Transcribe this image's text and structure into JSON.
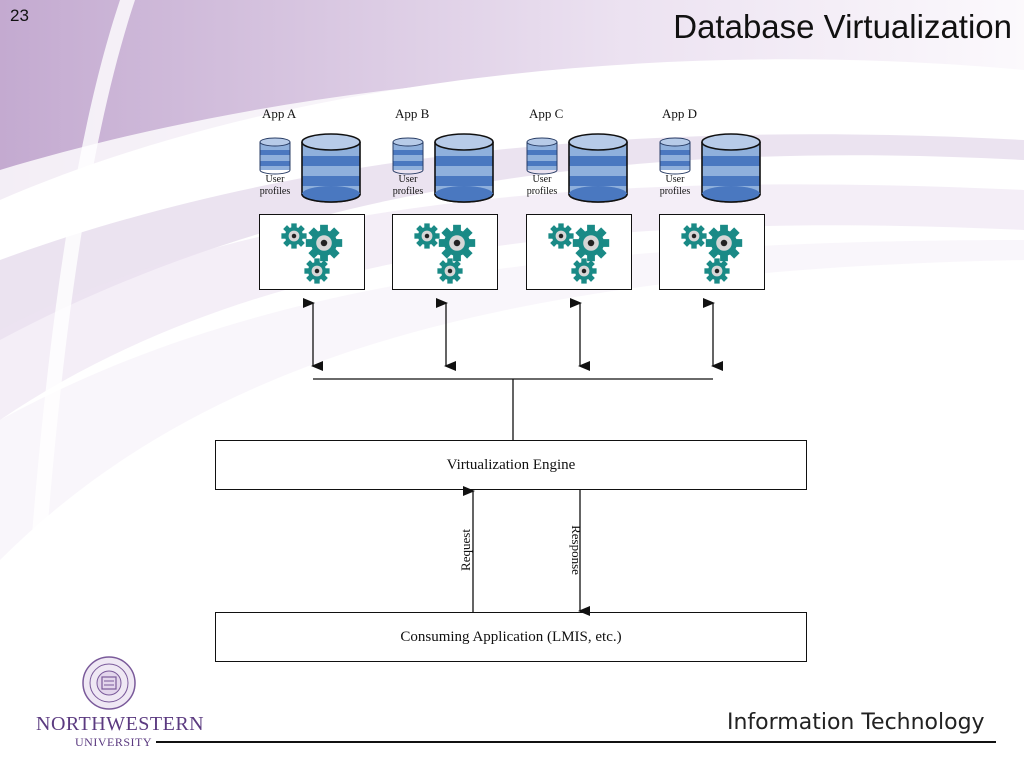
{
  "slide": {
    "number": "23",
    "title": "Database Virtualization"
  },
  "diagram": {
    "apps": [
      {
        "label": "App A",
        "profiles_label_1": "User",
        "profiles_label_2": "profiles"
      },
      {
        "label": "App B",
        "profiles_label_1": "User",
        "profiles_label_2": "profiles"
      },
      {
        "label": "App C",
        "profiles_label_1": "User",
        "profiles_label_2": "profiles"
      },
      {
        "label": "App D",
        "profiles_label_1": "User",
        "profiles_label_2": "profiles"
      }
    ],
    "engine_label": "Virtualization Engine",
    "consumer_label": "Consuming Application (LMIS, etc.)",
    "request_label": "Request",
    "response_label": "Response",
    "colors": {
      "db_light": "#8fb0dc",
      "db_dark": "#4a78c0",
      "gear": "#1a8a86",
      "gear_hub": "#d6d6d6"
    }
  },
  "footer": {
    "university_name": "NORTHWESTERN",
    "university_sub": "UNIVERSITY",
    "department": "Information Technology",
    "brand_color": "#5b3a80"
  }
}
